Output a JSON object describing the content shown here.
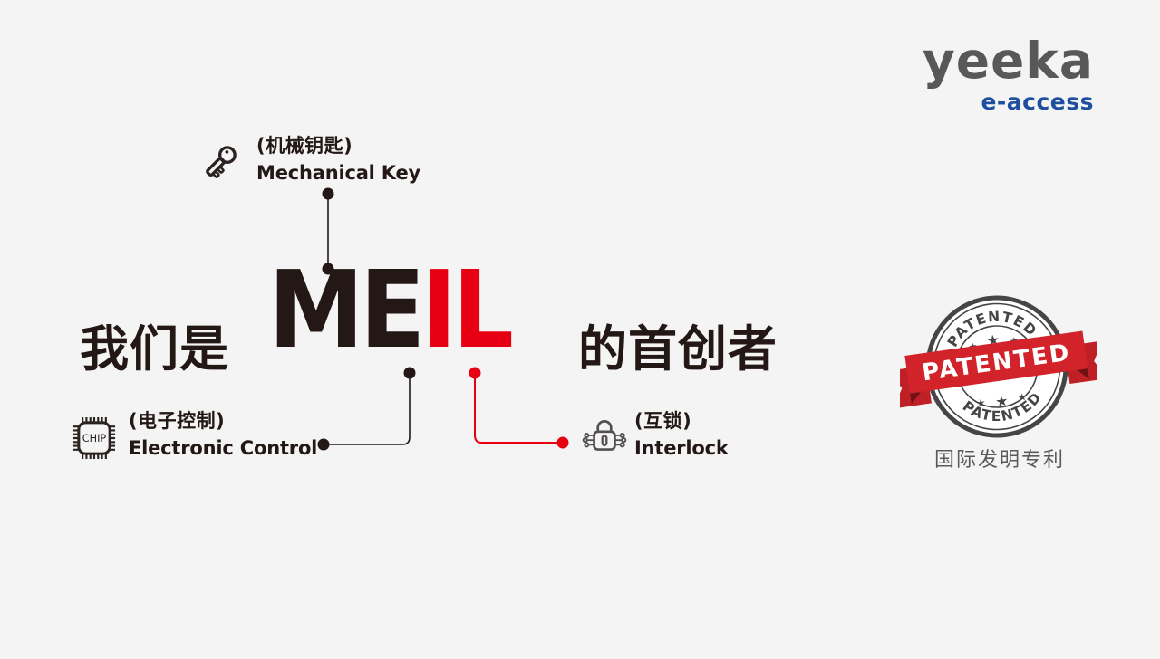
{
  "logo": {
    "brand": "yeeka",
    "sub": "e-access"
  },
  "title": {
    "prefix": "我们是",
    "acronym_dark": "ME",
    "acronym_red": "IL",
    "suffix": "的首创者"
  },
  "annotations": {
    "mechanical": {
      "zh": "(机械钥匙)",
      "en": "Mechanical Key",
      "icon": "key"
    },
    "electronic": {
      "zh": "(电子控制)",
      "en": "Electronic Control",
      "icon": "chip",
      "chip_label": "CHIP"
    },
    "interlock": {
      "zh": "(互锁)",
      "en": "Interlock",
      "icon": "lock"
    }
  },
  "stamp": {
    "arc_top": "PATENTED",
    "ribbon": "PATENTED",
    "arc_bottom": "PATENTED",
    "star": "★",
    "caption": "国际发明专利"
  },
  "colors": {
    "background": "#f4f4f4",
    "dark_text": "#231815",
    "accent_red": "#e60012",
    "brand_gray": "#58585a",
    "brand_blue": "#1d4f9e",
    "stamp_ring": "#454547",
    "ribbon_red": "#d2232a"
  }
}
